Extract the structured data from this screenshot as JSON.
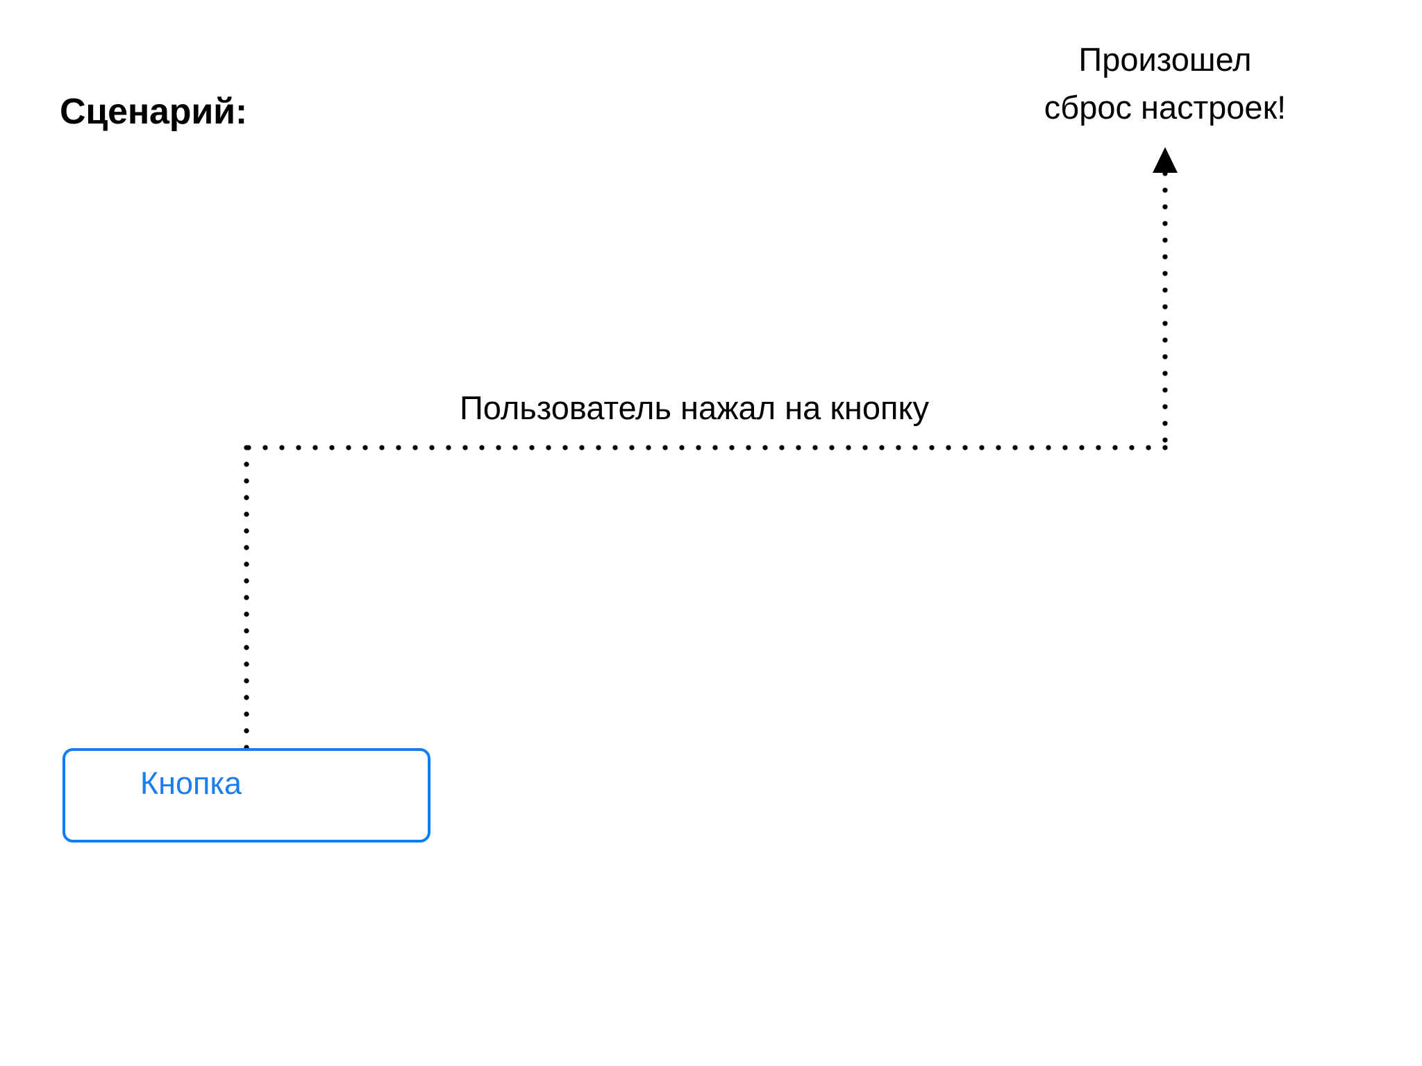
{
  "page": {
    "title": "Сценарий:",
    "background_color": "#ffffff",
    "text_color": "#000000",
    "accent_color": "#0f7ef5"
  },
  "diagram": {
    "outcome": {
      "line1": "Произошел",
      "line2": "сброс настроек!"
    },
    "event": {
      "label": "Пользователь нажал на кнопку"
    },
    "button": {
      "label": "Кнопка",
      "border_color": "#0f7ef5",
      "text_color": "#1a7ef0",
      "fill_color": "#ffffff"
    },
    "connector": {
      "style": "dotted",
      "color": "#000000",
      "arrow": "arrow-up"
    }
  }
}
